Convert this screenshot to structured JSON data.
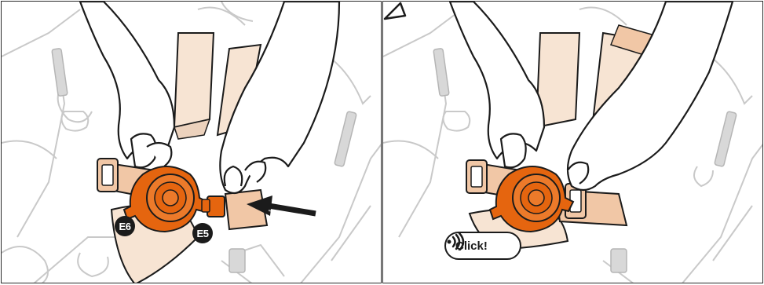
{
  "panels": [
    {
      "badges": [
        {
          "label": "E6"
        },
        {
          "label": "E5"
        }
      ]
    },
    {
      "sound_effect": {
        "label": "Click!"
      }
    }
  ],
  "colors": {
    "orange": "#e5650f",
    "strap": "#f1c7a6",
    "line": "#1b1b1b",
    "sketch": "#c9c9c9"
  }
}
